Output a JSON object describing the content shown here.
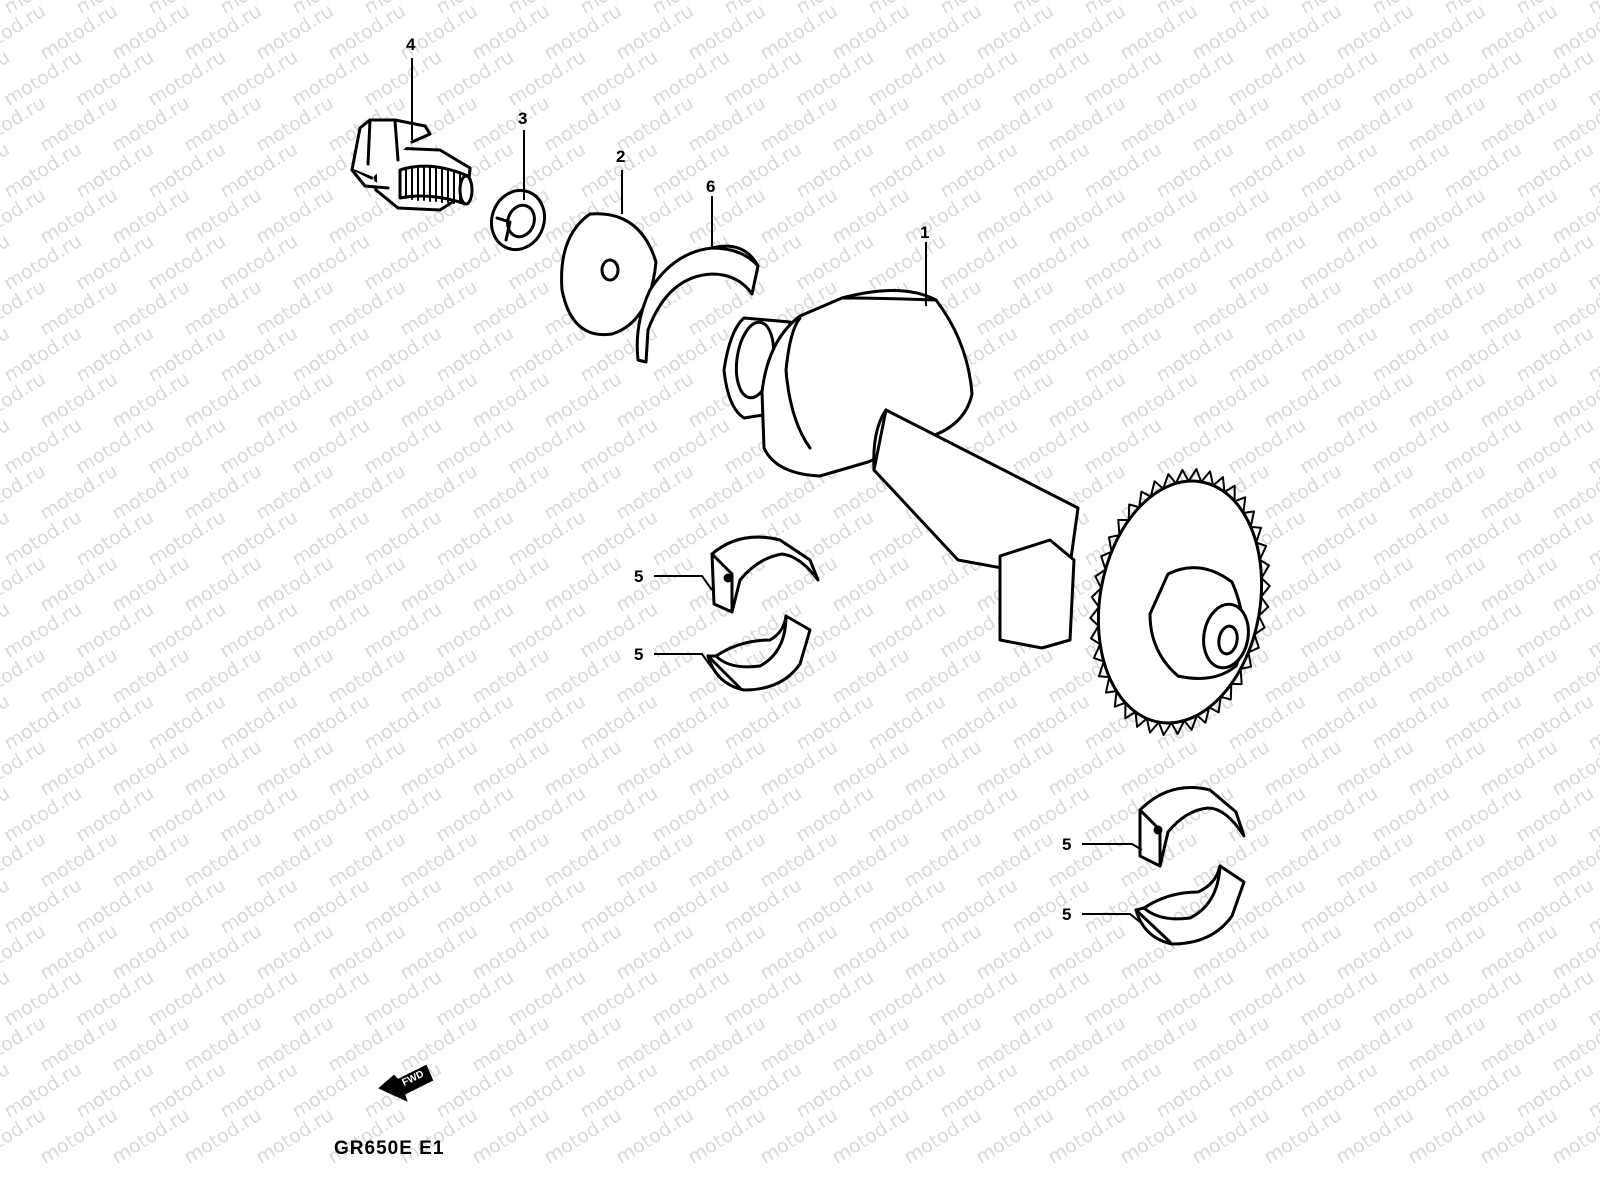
{
  "watermark": {
    "text": "motod.ru",
    "color": "#d9d9d9"
  },
  "diagram": {
    "model_code": "GR650E E1",
    "fwd_label": "FWD",
    "callouts": [
      {
        "id": "bolt",
        "label": "4"
      },
      {
        "id": "lock-washer",
        "label": "3"
      },
      {
        "id": "washer",
        "label": "2"
      },
      {
        "id": "thrust-washer",
        "label": "6"
      },
      {
        "id": "balancer-shaft",
        "label": "1"
      },
      {
        "id": "bearing-upper-left",
        "label": "5"
      },
      {
        "id": "bearing-lower-left",
        "label": "5"
      },
      {
        "id": "bearing-upper-right",
        "label": "5"
      },
      {
        "id": "bearing-lower-right",
        "label": "5"
      }
    ]
  }
}
